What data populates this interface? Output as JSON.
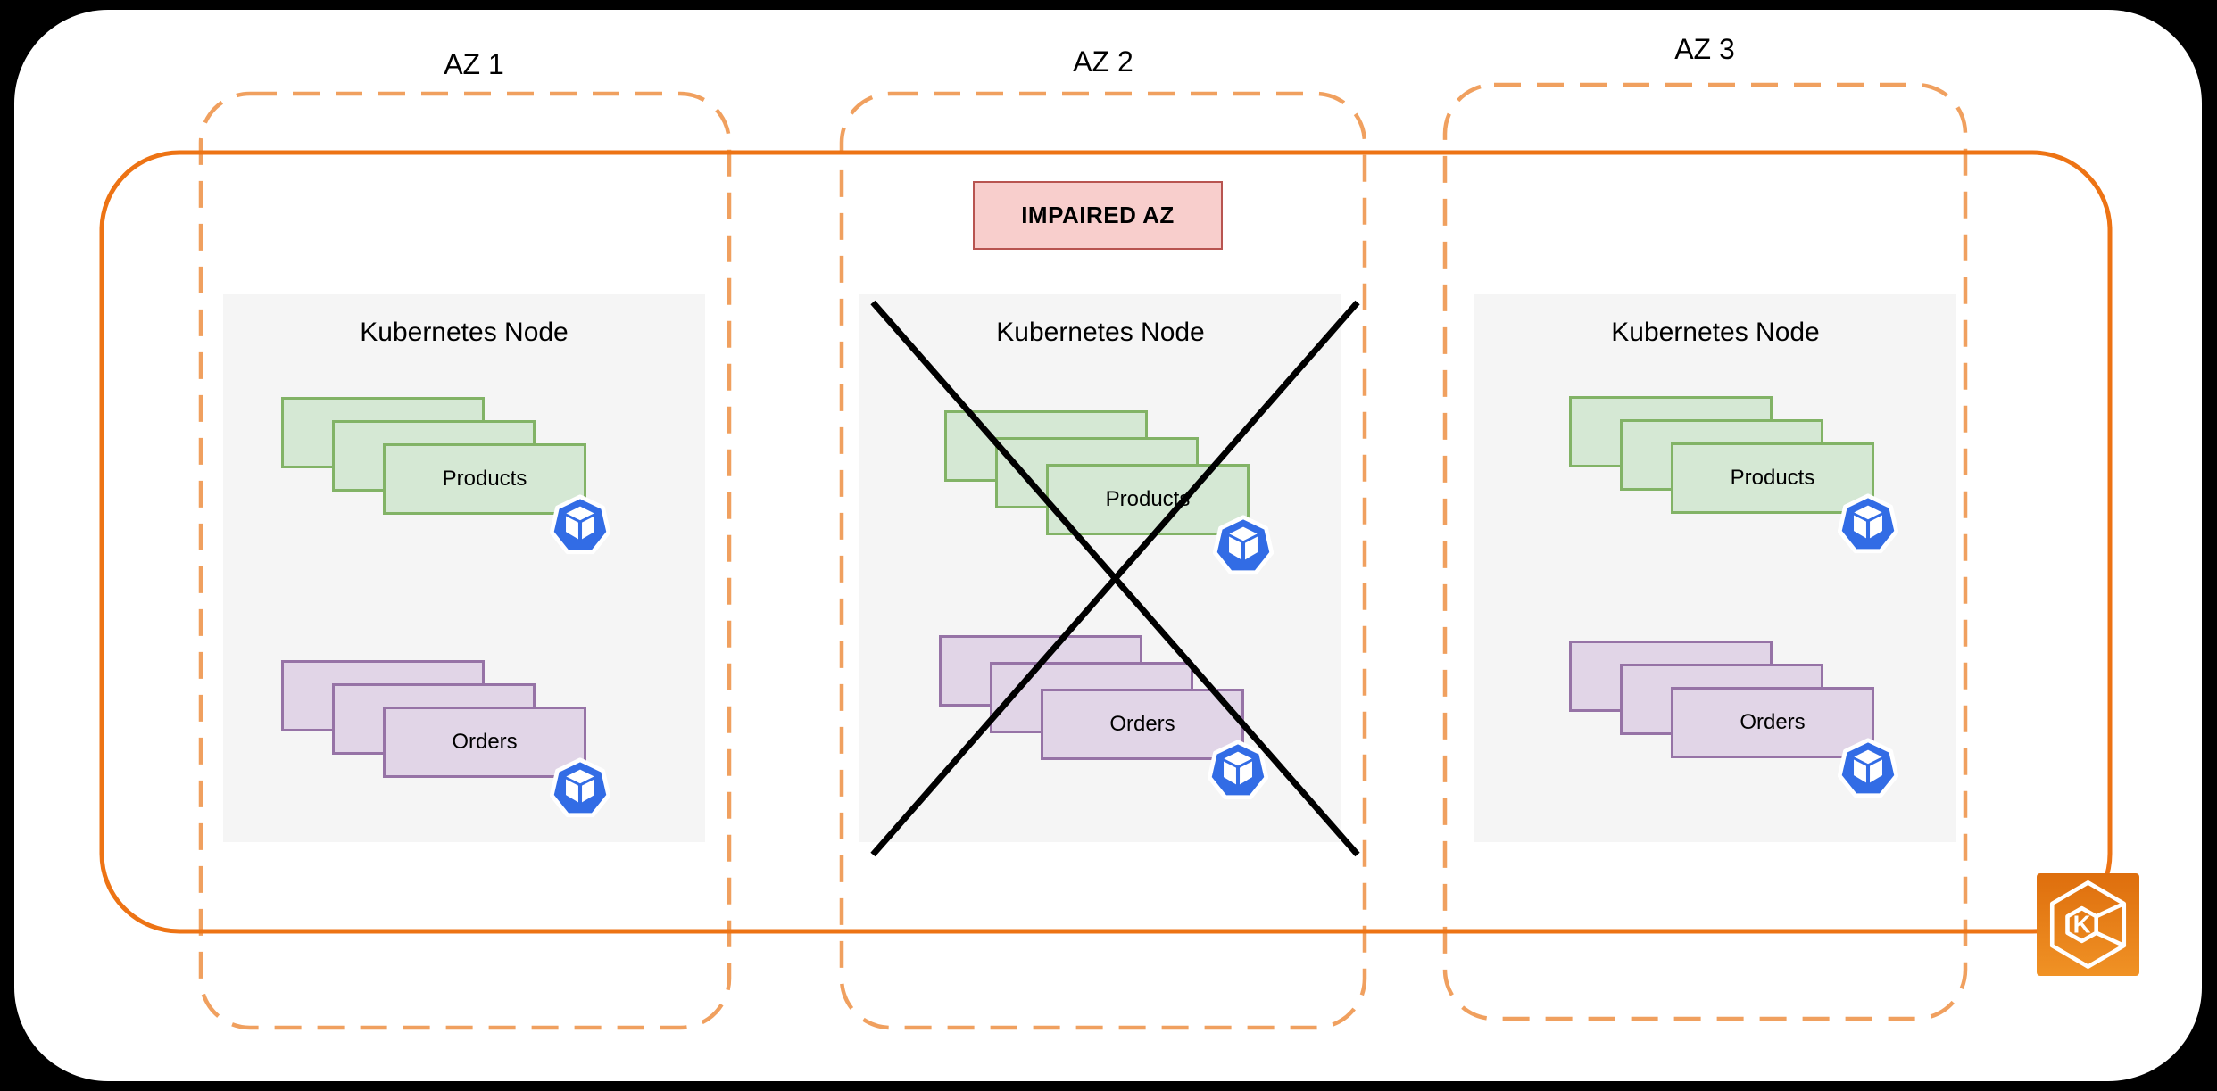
{
  "zones": [
    {
      "label": "AZ 1",
      "impaired": false,
      "node": {
        "title": "Kubernetes Node",
        "workloads": [
          {
            "name": "Products"
          },
          {
            "name": "Orders"
          }
        ]
      }
    },
    {
      "label": "AZ 2",
      "impaired": true,
      "badge": "IMPAIRED AZ",
      "node": {
        "title": "Kubernetes Node",
        "workloads": [
          {
            "name": "Products"
          },
          {
            "name": "Orders"
          }
        ]
      }
    },
    {
      "label": "AZ 3",
      "impaired": false,
      "node": {
        "title": "Kubernetes Node",
        "workloads": [
          {
            "name": "Products"
          },
          {
            "name": "Orders"
          }
        ]
      }
    }
  ],
  "eks_icon": {
    "letter": "K"
  },
  "colors": {
    "page_background": "#000000",
    "canvas_background": "#FFFFFF",
    "az_boundary_dashed": "#F0A05F",
    "eks_cluster_border": "#ED7314",
    "node_background": "#F5F5F5",
    "products_fill": "#D5E8D4",
    "products_border": "#82B366",
    "orders_fill": "#E1D5E7",
    "orders_border": "#9673A6",
    "impaired_badge_fill": "#F8CECC",
    "impaired_badge_border": "#B85450",
    "pod_icon_blue": "#326CE5",
    "failure_cross": "#000000",
    "eks_icon_orange_top": "#DE6E0D",
    "eks_icon_orange_bottom": "#F09225"
  }
}
